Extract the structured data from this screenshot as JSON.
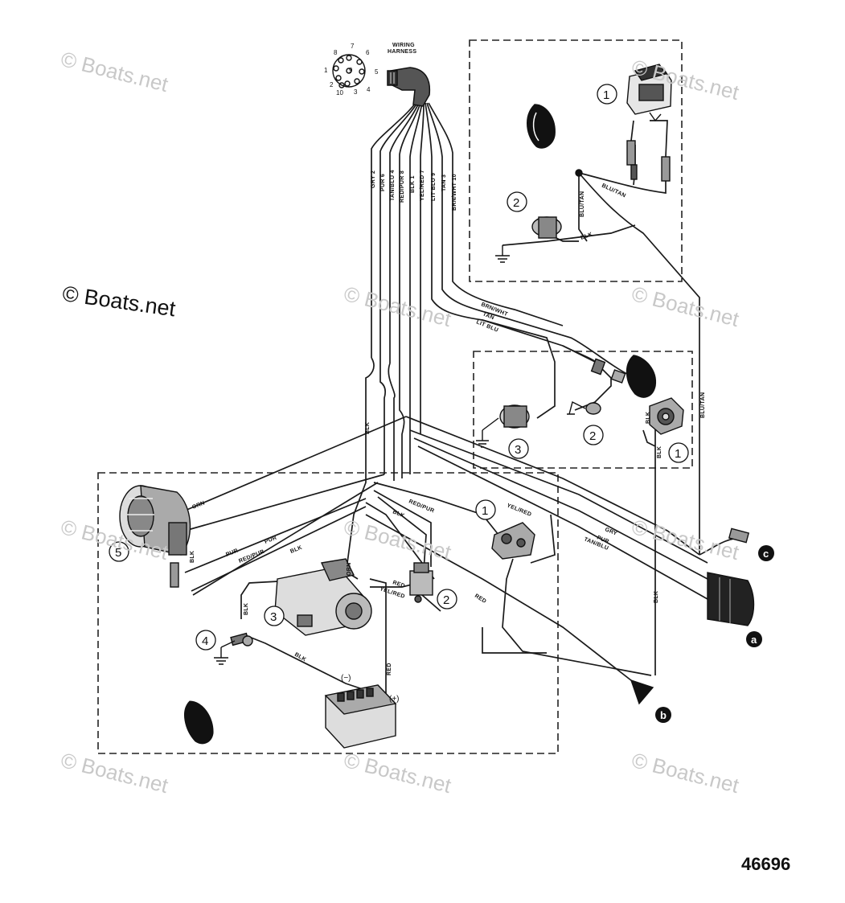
{
  "harness": {
    "label_line1": "WIRING",
    "label_line2": "HARNESS"
  },
  "plug_pins": [
    "1",
    "2",
    "3",
    "4",
    "5",
    "6",
    "7",
    "8",
    "9",
    "10"
  ],
  "harness_wires": [
    "GRY 2",
    "PUR 6",
    "TAN/BLU 4",
    "RED/PUR 8",
    "BLK 1",
    "YEL/RED 7",
    "LIT BLU 9",
    "TAN 3",
    "BRN/WHT 10"
  ],
  "wire_labels": {
    "blu_tan_1": "BLU/TAN",
    "blu_tan_2": "BLU/TAN",
    "blu_tan_3": "BLU/TAN",
    "blk_top": "BLK",
    "brn_wht": "BRN/WHT",
    "tan": "TAN",
    "lit_blu": "LIT BLU",
    "blk_vert": "BLK",
    "blk_sender": "BLK",
    "blk_right": "BLK",
    "orn_alt": "ORN",
    "pur_alt": "PUR",
    "red_pur_alt": "RED/PUR",
    "blk_alt": "BLK",
    "red_pur_center": "RED/PUR",
    "blk_center": "BLK",
    "yel_red_sw": "YEL/RED",
    "gry_right": "GRY",
    "pur_right": "PUR",
    "tan_blu_right": "TAN/BLU",
    "orn_starter": "ORN",
    "red_starter": "RED",
    "yel_red_starter": "YEL/RED",
    "red_solenoid": "RED",
    "blk_starter": "BLK",
    "blk_battery": "BLK",
    "red_battery": "RED",
    "blk_alt_v": "BLK"
  },
  "callouts": {
    "top_1": "1",
    "top_2": "2",
    "mid_1": "1",
    "mid_2": "2",
    "mid_3": "3",
    "bot_1": "1",
    "bot_2": "2",
    "bot_3": "3",
    "bot_4": "4",
    "bot_5": "5"
  },
  "battery_terms": {
    "neg": "(−)",
    "pos": "(+)"
  },
  "end_letters": {
    "a": "a",
    "b": "b",
    "c": "c"
  },
  "watermark": "© Boats.net",
  "part_number": "46696"
}
